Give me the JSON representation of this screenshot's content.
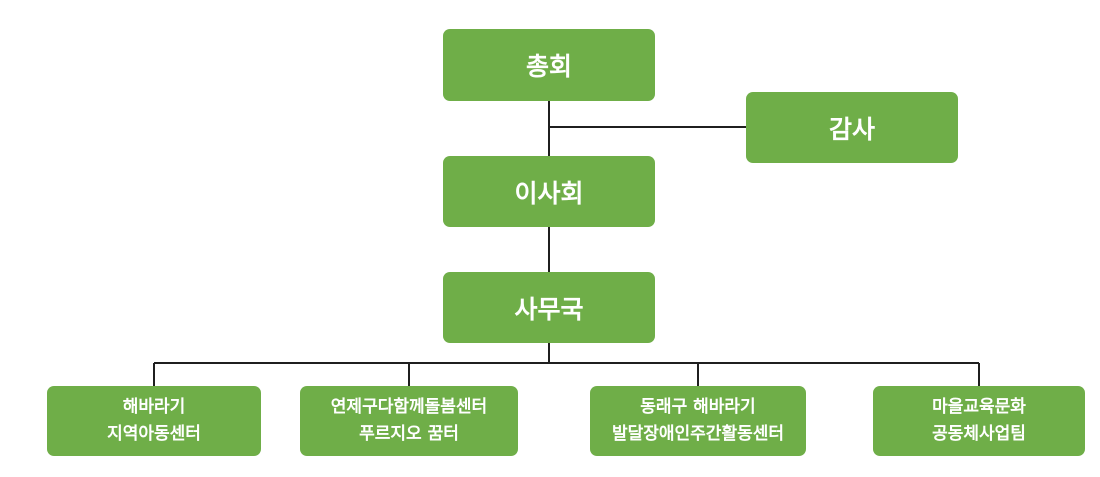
{
  "colors": {
    "box_fill": "#6fae48",
    "box_text": "#ffffff",
    "connector": "#1f1f1f"
  },
  "nodes": {
    "general_assembly": "총회",
    "audit": "감사",
    "board_of_directors": "이사회",
    "secretariat": "사무국"
  },
  "units": [
    {
      "line1": "해바라기",
      "line2": "지역아동센터"
    },
    {
      "line1": "연제구다함께돌봄센터",
      "line2": "푸르지오 꿈터"
    },
    {
      "line1": "동래구 해바라기",
      "line2": "발달장애인주간활동센터"
    },
    {
      "line1": "마을교육문화",
      "line2": "공동체사업팀"
    }
  ]
}
